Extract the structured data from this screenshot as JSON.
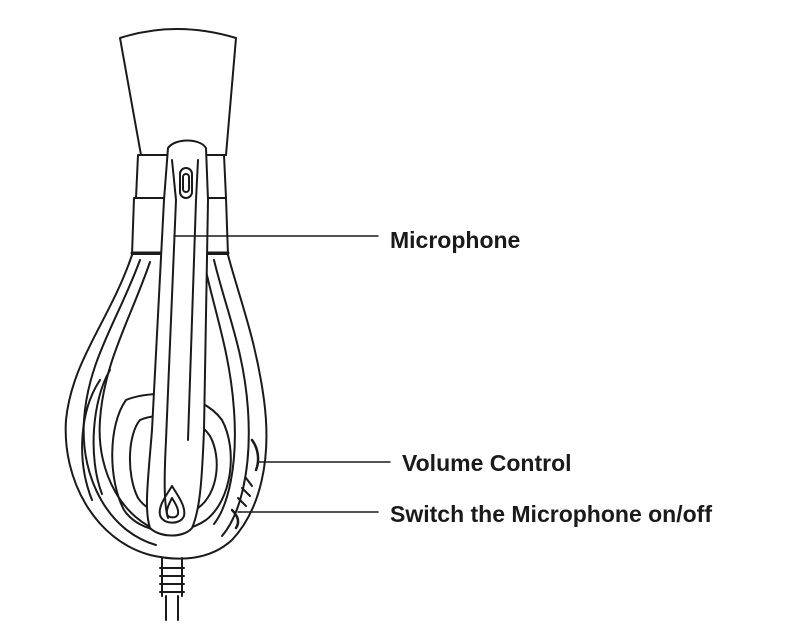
{
  "callouts": {
    "microphone": "Microphone",
    "volume": "Volume Control",
    "switch": "Switch the Microphone on/off"
  },
  "colors": {
    "stroke": "#1a1a1a",
    "background": "#ffffff"
  }
}
